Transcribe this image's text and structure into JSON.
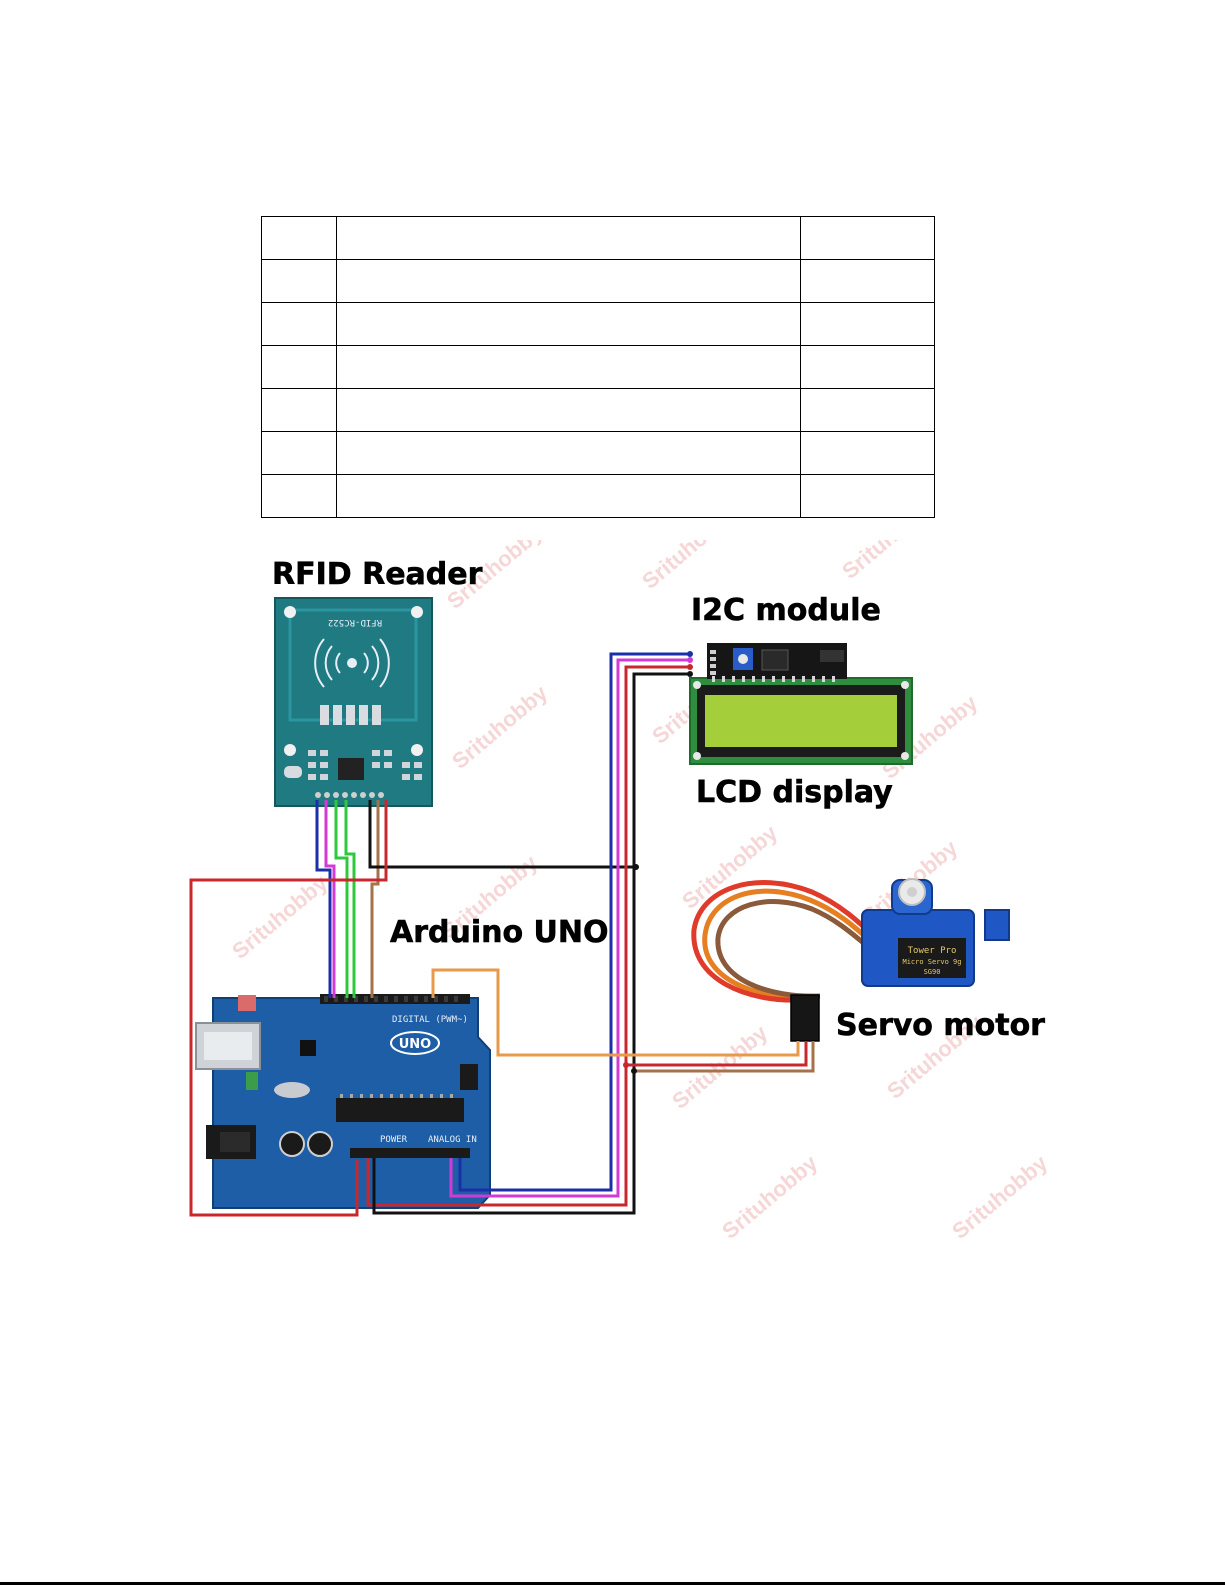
{
  "table": {
    "rows": 7,
    "columns": 3
  },
  "labels": {
    "rfid": "RFID Reader",
    "i2c": "I2C module",
    "lcd": "LCD display",
    "arduino": "Arduino UNO",
    "servo": "Servo motor"
  },
  "board_text": {
    "rfid_model": "RFID-RC522",
    "uno": "UNO",
    "digital": "DIGITAL (PWM~)",
    "power": "POWER",
    "analog": "ANALOG IN",
    "servo_brand": "Tower Pro",
    "servo_model": "Micro Servo 9g",
    "servo_part": "SG90"
  },
  "watermark": "Srituhobby",
  "colors": {
    "wire_blue": "#1b2fa8",
    "wire_magenta": "#d23ad6",
    "wire_green": "#2cc93b",
    "wire_red": "#c8282d",
    "wire_black": "#111111",
    "wire_orange": "#e79a4a",
    "wire_brown": "#a6724a",
    "pcb_teal": "#1f7a82",
    "uno_blue": "#1d5ea6",
    "lcd_green": "#a5cf3a"
  },
  "icons": [
    "rfid-antenna-icon",
    "usb-port-icon",
    "dc-jack-icon",
    "servo-horn-icon"
  ]
}
